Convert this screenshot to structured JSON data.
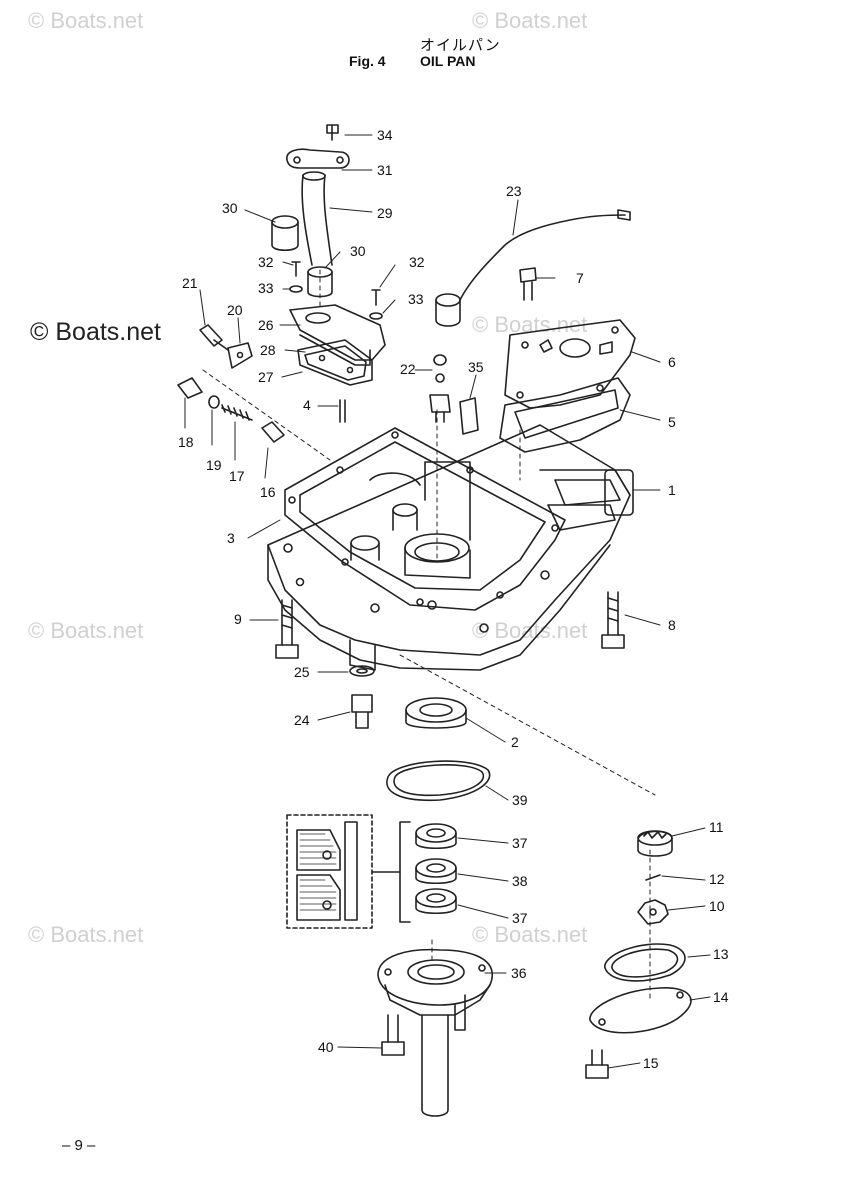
{
  "header": {
    "title_jp": "オイルパン",
    "fig_label": "Fig. 4",
    "title": "OIL PAN"
  },
  "page_number": "– 9 –",
  "watermark": "© Boats.net",
  "parts": [
    "1",
    "2",
    "3",
    "4",
    "5",
    "6",
    "7",
    "8",
    "9",
    "10",
    "11",
    "12",
    "13",
    "14",
    "15",
    "16",
    "17",
    "18",
    "19",
    "20",
    "21",
    "22",
    "23",
    "24",
    "25",
    "26",
    "27",
    "28",
    "29",
    "30",
    "31",
    "32",
    "33",
    "34",
    "35",
    "36",
    "37",
    "38",
    "39",
    "40"
  ]
}
